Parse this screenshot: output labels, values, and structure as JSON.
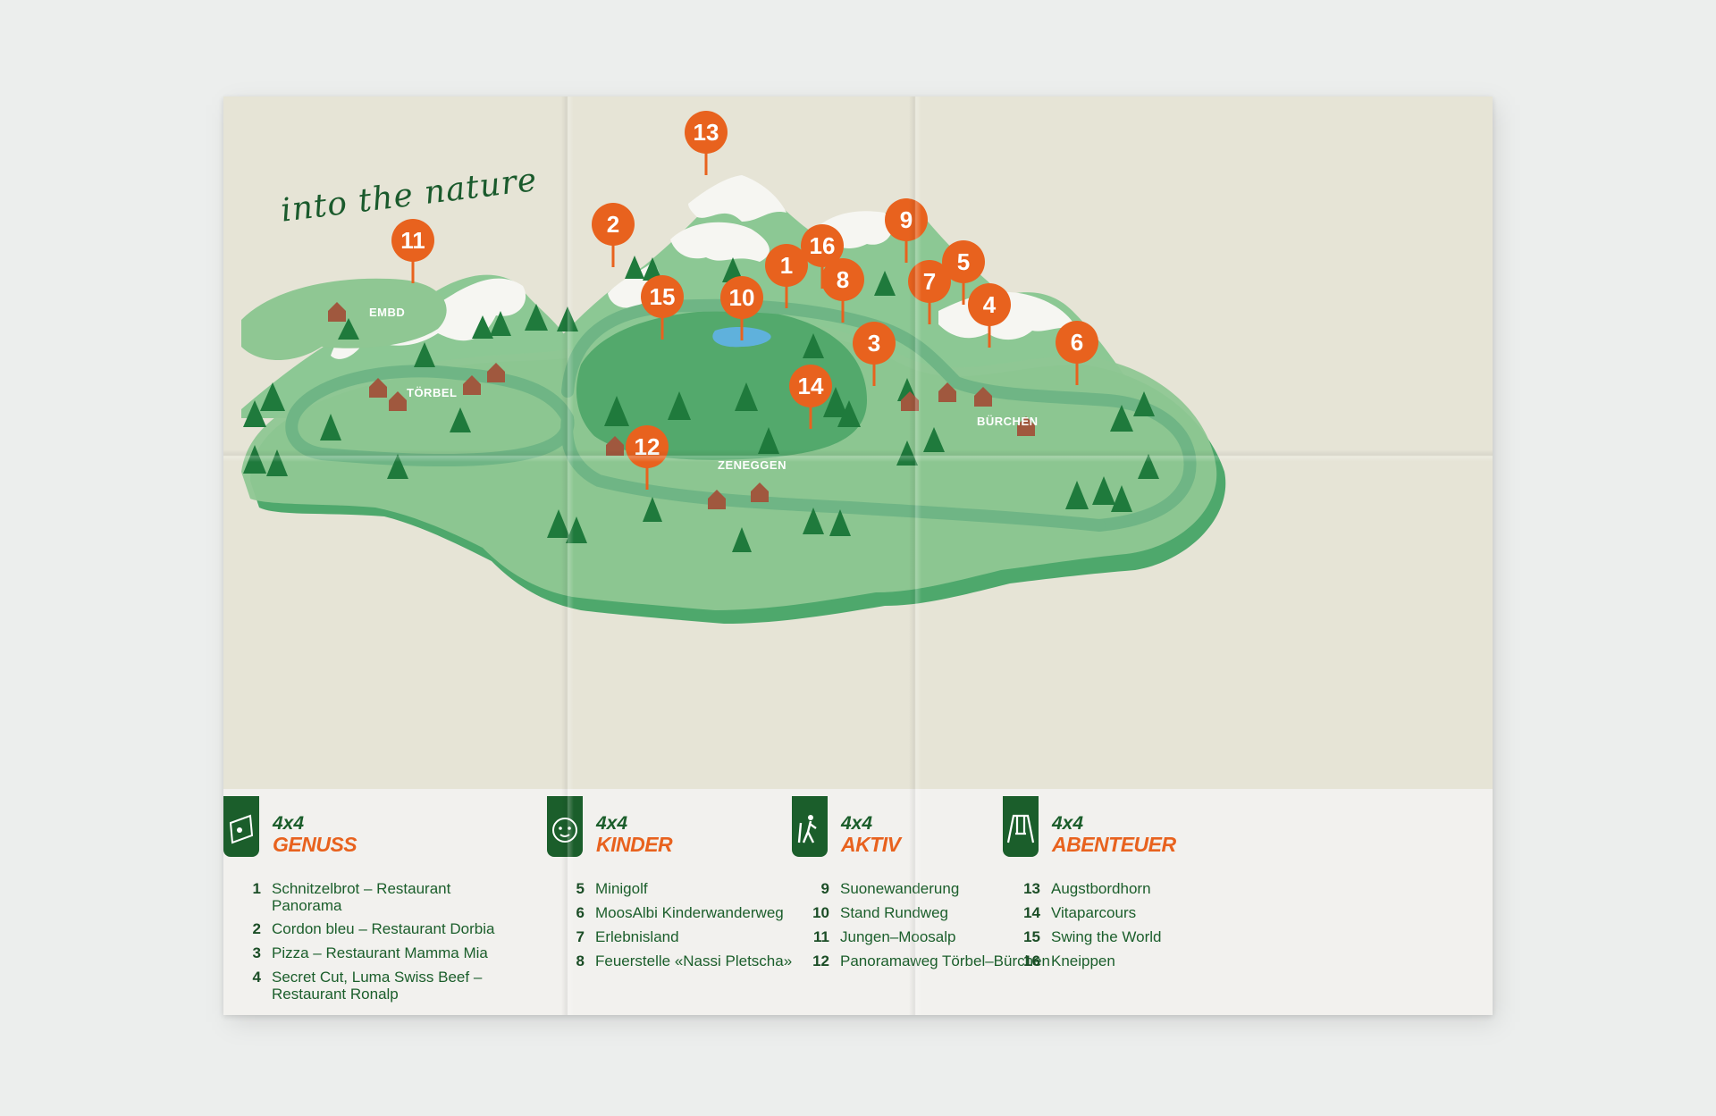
{
  "map": {
    "tagline": "into the nature",
    "places": [
      {
        "id": "embd",
        "name": "EMBD"
      },
      {
        "id": "toerbel",
        "name": "TÖRBEL"
      },
      {
        "id": "zeneggen",
        "name": "ZENEGGEN"
      },
      {
        "id": "buerchen",
        "name": "BÜRCHEN"
      }
    ],
    "pins": [
      {
        "num": "13"
      },
      {
        "num": "2"
      },
      {
        "num": "11"
      },
      {
        "num": "9"
      },
      {
        "num": "16"
      },
      {
        "num": "1"
      },
      {
        "num": "5"
      },
      {
        "num": "7"
      },
      {
        "num": "8"
      },
      {
        "num": "15"
      },
      {
        "num": "10"
      },
      {
        "num": "4"
      },
      {
        "num": "3"
      },
      {
        "num": "6"
      },
      {
        "num": "14"
      },
      {
        "num": "12"
      }
    ],
    "colors": {
      "background": "#e6e4d6",
      "land": "#8fc793",
      "land_dark": "#5fae74",
      "path": "#6fb585",
      "mountain": "#8cc894",
      "snow": "#f6f6f2",
      "tree": "#1f7a3c",
      "house": "#a0583e",
      "pin": "#e8621e"
    }
  },
  "legend": {
    "categories": [
      {
        "icon": "cheese-icon",
        "label1": "4x4",
        "label2": "GENUSS",
        "items": [
          {
            "num": "1",
            "text": "Schnitzelbrot – Restaurant Panorama"
          },
          {
            "num": "2",
            "text": "Cordon bleu – Restaurant Dorbia"
          },
          {
            "num": "3",
            "text": "Pizza – Restaurant Mamma Mia"
          },
          {
            "num": "4",
            "text": "Secret Cut, Luma Swiss Beef – Restaurant Ronalp"
          }
        ]
      },
      {
        "icon": "baby-face-icon",
        "label1": "4x4",
        "label2": "KINDER",
        "items": [
          {
            "num": "5",
            "text": "Minigolf"
          },
          {
            "num": "6",
            "text": "MoosAlbi Kinderwanderweg"
          },
          {
            "num": "7",
            "text": "Erlebnisland"
          },
          {
            "num": "8",
            "text": "Feuerstelle «Nassi Pletscha»"
          }
        ]
      },
      {
        "icon": "hiker-icon",
        "label1": "4x4",
        "label2": "AKTIV",
        "items": [
          {
            "num": "9",
            "text": "Suonewanderung"
          },
          {
            "num": "10",
            "text": "Stand Rundweg"
          },
          {
            "num": "11",
            "text": "Jungen–Moosalp"
          },
          {
            "num": "12",
            "text": "Panoramaweg Törbel–Bürchen"
          }
        ]
      },
      {
        "icon": "swing-icon",
        "label1": "4x4",
        "label2": "ABENTEUER",
        "items": [
          {
            "num": "13",
            "text": "Augstbordhorn"
          },
          {
            "num": "14",
            "text": "Vitaparcours"
          },
          {
            "num": "15",
            "text": "Swing the World"
          },
          {
            "num": "16",
            "text": "Kneippen"
          }
        ]
      }
    ]
  }
}
